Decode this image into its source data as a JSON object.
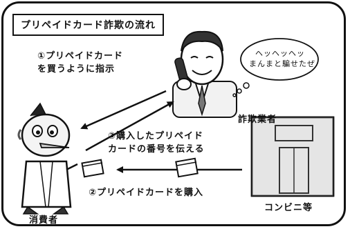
{
  "title": "プリペイドカード詐欺の流れ",
  "steps": {
    "step1": [
      "①プリペイドカード",
      "を買うように指示"
    ],
    "step2": "②プリペイドカードを購入",
    "step3": [
      "③購入したプリペイド",
      "カードの番号を伝える"
    ]
  },
  "actors": {
    "scammer": "詐欺業者",
    "consumer": "消費者",
    "store": "コンビニ等"
  },
  "speech": {
    "line1": "ヘッヘッヘッ",
    "line2": "まんまと騙せたぜ"
  }
}
